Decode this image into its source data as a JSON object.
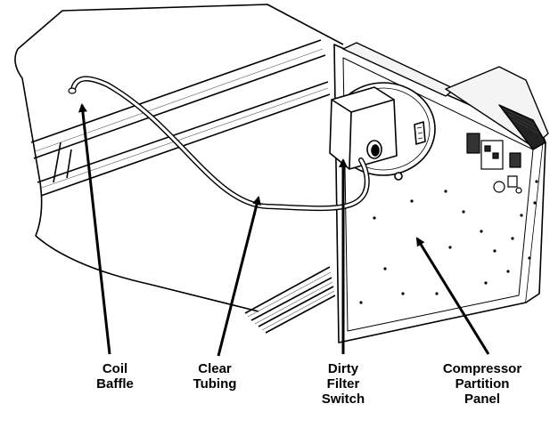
{
  "figure": {
    "callouts": [
      {
        "id": "coil-baffle",
        "lines": [
          "Coil",
          "Baffle"
        ]
      },
      {
        "id": "clear-tubing",
        "lines": [
          "Clear",
          "Tubing"
        ]
      },
      {
        "id": "dirty-filter-switch",
        "lines": [
          "Dirty",
          "Filter",
          "Switch"
        ]
      },
      {
        "id": "compressor-partition-panel",
        "lines": [
          "Compressor",
          "Partition",
          "Panel"
        ]
      }
    ]
  }
}
